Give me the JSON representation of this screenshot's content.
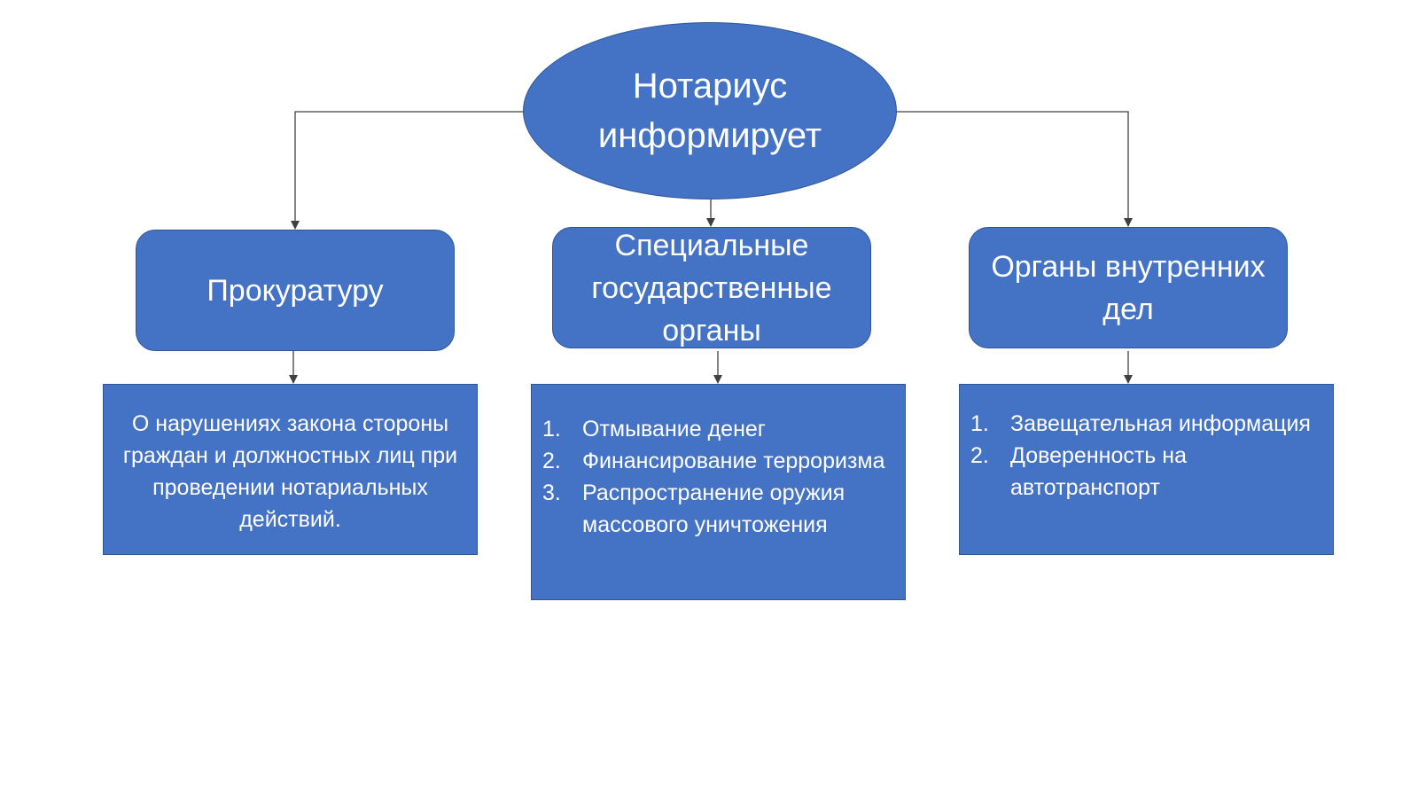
{
  "colors": {
    "fill": "#4472c4",
    "border": "#2f5597",
    "connector": "#404040",
    "text": "#ffffff",
    "background": "#ffffff"
  },
  "root": {
    "label": "Нотариус информирует"
  },
  "branches": [
    {
      "label": "Прокуратуру",
      "detail": {
        "text": "О нарушениях закона стороны граждан и должностных лиц при проведении нотариальных действий."
      }
    },
    {
      "label": "Специальные государственные органы",
      "detail": {
        "items": [
          {
            "num": "1.",
            "text": "Отмывание денег"
          },
          {
            "num": "2.",
            "text": "Финансирование терроризма"
          },
          {
            "num": "3.",
            "text": "Распространение оружия массового уничтожения"
          }
        ]
      }
    },
    {
      "label": "Органы внутренних дел",
      "detail": {
        "items": [
          {
            "num": "1.",
            "text": "Завещательная информация"
          },
          {
            "num": "2.",
            "text": "Доверенность на автотранспорт"
          }
        ]
      }
    }
  ]
}
